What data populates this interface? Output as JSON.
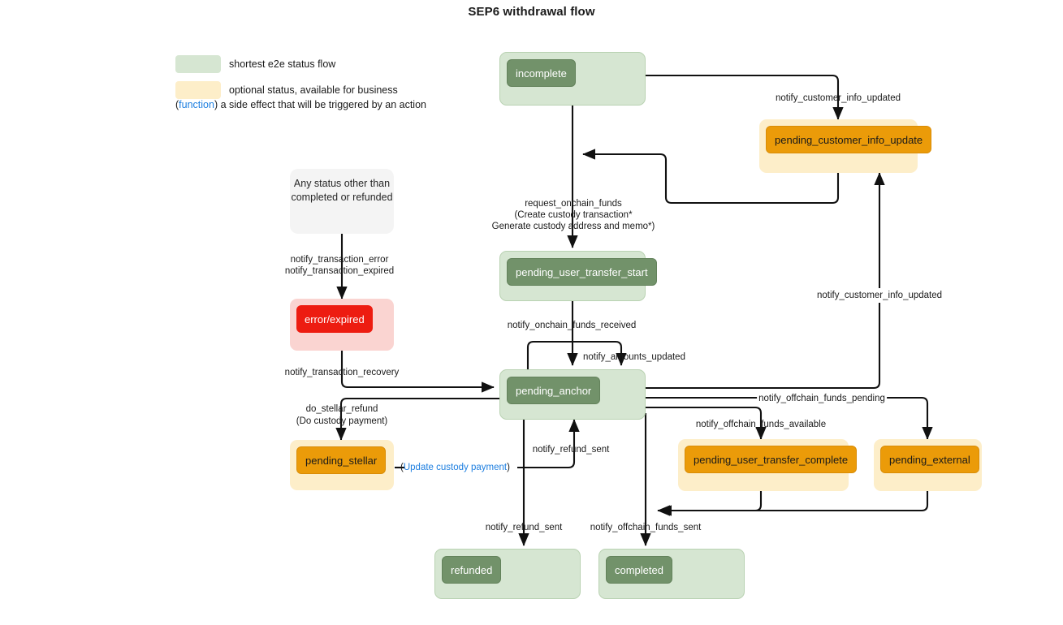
{
  "page": {
    "title": "SEP6 withdrawal flow",
    "accents": {
      "green_fill": "#d6e6d2",
      "green_chip": "#72926a",
      "cream_fill": "#fdeec9",
      "orange_chip": "#eb9b09",
      "pink_fill": "#fad4d1",
      "red_chip": "#ed1c11",
      "grey_fill": "#f4f4f4",
      "function_blue": "#1e7fe0",
      "edge": "#111111"
    }
  },
  "legend": {
    "items": [
      {
        "swatch": "#d6e6d2",
        "label": "shortest e2e status flow"
      },
      {
        "swatch": "#fdeec9",
        "label": "optional status, available for business"
      }
    ],
    "function_note": {
      "open": "(",
      "word": "function",
      "close": ")",
      "text": " a side effect that will be triggered by an action"
    }
  },
  "nodes": [
    {
      "id": "incomplete",
      "label": "incomplete",
      "kind": "green"
    },
    {
      "id": "pending_customer_info_update",
      "label": "pending_customer_info_update",
      "kind": "cream"
    },
    {
      "id": "any_status",
      "label": "Any status other than\ncompleted or refunded",
      "kind": "grey"
    },
    {
      "id": "error_expired",
      "label": "error/expired",
      "kind": "pink"
    },
    {
      "id": "pending_user_transfer_start",
      "label": "pending_user_transfer_start",
      "kind": "green"
    },
    {
      "id": "pending_anchor",
      "label": "pending_anchor",
      "kind": "green"
    },
    {
      "id": "pending_stellar",
      "label": "pending_stellar",
      "kind": "cream"
    },
    {
      "id": "pending_user_transfer_complete",
      "label": "pending_user_transfer_complete",
      "kind": "cream"
    },
    {
      "id": "pending_external",
      "label": "pending_external",
      "kind": "cream"
    },
    {
      "id": "refunded",
      "label": "refunded",
      "kind": "green"
    },
    {
      "id": "completed",
      "label": "completed",
      "kind": "green"
    }
  ],
  "node_text": {
    "any_status_line1": "Any status other than",
    "any_status_line2": "completed or refunded"
  },
  "edges": [
    {
      "id": "e1",
      "from": "incomplete",
      "to": "pending_customer_info_update",
      "label": "notify_customer_info_updated"
    },
    {
      "id": "e2",
      "from": "pending_customer_info_update",
      "to": "incomplete",
      "label": ""
    },
    {
      "id": "e3",
      "from": "incomplete",
      "to": "pending_user_transfer_start",
      "label": "request_onchain_funds",
      "fn_lines": [
        "(Create custody transaction*",
        "Generate custody address and memo*)"
      ]
    },
    {
      "id": "e4",
      "from": "any_status",
      "to": "error_expired",
      "label": "notify_transaction_error\nnotify_transaction_expired"
    },
    {
      "id": "e5",
      "from": "error_expired",
      "to": "pending_anchor",
      "label": "notify_transaction_recovery"
    },
    {
      "id": "e6",
      "from": "pending_user_transfer_start",
      "to": "pending_anchor",
      "label": "notify_onchain_funds_received"
    },
    {
      "id": "e7",
      "from": "pending_anchor",
      "to": "pending_anchor",
      "label": "notify_amounts_updated"
    },
    {
      "id": "e8",
      "from": "pending_anchor",
      "to": "pending_stellar",
      "label": "do_stellar_refund",
      "fn_lines": [
        "(Do custody payment)"
      ]
    },
    {
      "id": "e9",
      "from": "pending_stellar",
      "to": "pending_anchor",
      "label": "notify_refund_sent",
      "fn_lines": [
        "(Update custody payment)"
      ]
    },
    {
      "id": "e10",
      "from": "pending_anchor",
      "to": "refunded",
      "label": "notify_refund_sent"
    },
    {
      "id": "e11",
      "from": "pending_anchor",
      "to": "completed",
      "label": "notify_offchain_funds_sent"
    },
    {
      "id": "e12",
      "from": "pending_anchor",
      "to": "pending_user_transfer_complete",
      "label": "notify_offchain_funds_available"
    },
    {
      "id": "e13",
      "from": "pending_anchor",
      "to": "pending_external",
      "label": "notify_offchain_funds_pending"
    },
    {
      "id": "e14",
      "from": "pending_anchor",
      "to": "pending_customer_info_update",
      "label": "notify_customer_info_updated"
    },
    {
      "id": "e15",
      "from": "pending_user_transfer_complete",
      "to": "completed",
      "label": ""
    },
    {
      "id": "e16",
      "from": "pending_external",
      "to": "completed",
      "label": ""
    }
  ],
  "edge_labels": {
    "notify_customer_info_updated_top": "notify_customer_info_updated",
    "request_onchain_funds": "request_onchain_funds",
    "create_custody_transaction": "(Create custody transaction*",
    "generate_custody_address": "Generate custody address and memo*)",
    "notify_transaction_error": "notify_transaction_error",
    "notify_transaction_expired": "notify_transaction_expired",
    "notify_transaction_recovery": "notify_transaction_recovery",
    "notify_onchain_funds_received": "notify_onchain_funds_received",
    "notify_amounts_updated": "notify_amounts_updated",
    "do_stellar_refund": "do_stellar_refund",
    "do_custody_payment": "(Do custody payment)",
    "update_custody_payment_open": "(",
    "update_custody_payment": "Update custody payment",
    "update_custody_payment_close": ")",
    "notify_refund_sent_up": "notify_refund_sent",
    "notify_refund_sent_down": "notify_refund_sent",
    "notify_offchain_funds_sent": "notify_offchain_funds_sent",
    "notify_offchain_funds_available": "notify_offchain_funds_available",
    "notify_offchain_funds_pending": "notify_offchain_funds_pending",
    "notify_customer_info_updated_right": "notify_customer_info_updated"
  }
}
